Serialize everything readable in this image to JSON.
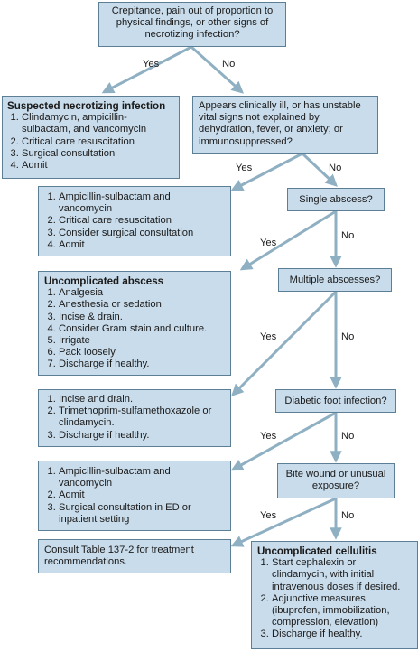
{
  "q1": "Crepitance, pain out of proportion to physical findings, or other signs of necrotizing infection?",
  "necro": {
    "title": "Suspected necrotizing infection",
    "items": [
      "Clindamycin, ampicillin-sulbactam, and vancomycin",
      "Critical care resuscitation",
      "Surgical consultation",
      "Admit"
    ]
  },
  "q2": "Appears clinically ill, or has unstable vital signs not explained by dehydration, fever, or anxiety; or immunosuppressed?",
  "ill_box": {
    "items": [
      "Ampicillin-sulbactam and vancomycin",
      "Critical care resuscitation",
      "Consider surgical consultation",
      "Admit"
    ]
  },
  "q3": "Single abscess?",
  "uncomp_abscess": {
    "title": "Uncomplicated abscess",
    "items": [
      "Analgesia",
      "Anesthesia or sedation",
      "Incise & drain.",
      "Consider Gram stain and culture.",
      "Irrigate",
      "Pack loosely",
      "Discharge if healthy."
    ]
  },
  "q4": "Multiple abscesses?",
  "multi_box": {
    "items": [
      "Incise and drain.",
      "Trimethoprim-sulfamethoxazole or clindamycin.",
      "Discharge if healthy."
    ]
  },
  "q5": "Diabetic foot infection?",
  "diabetic_box": {
    "items": [
      "Ampicillin-sulbactam and vancomycin",
      "Admit",
      "Surgical consultation in ED or inpatient setting"
    ]
  },
  "q6": "Bite wound or unusual exposure?",
  "consult": "Consult Table 137-2 for treatment recommendations.",
  "cellulitis": {
    "title": "Uncomplicated cellulitis",
    "items": [
      "Start cephalexin or clindamycin, with initial intravenous doses if desired.",
      "Adjunctive measures (ibuprofen, immobilization, compression, elevation)",
      "Discharge if healthy."
    ]
  },
  "labels": {
    "yes": "Yes",
    "no": "No"
  },
  "colors": {
    "box_fill": "#c9dceb",
    "box_border": "#5c7f96",
    "arrow": "#8fb0c2"
  }
}
